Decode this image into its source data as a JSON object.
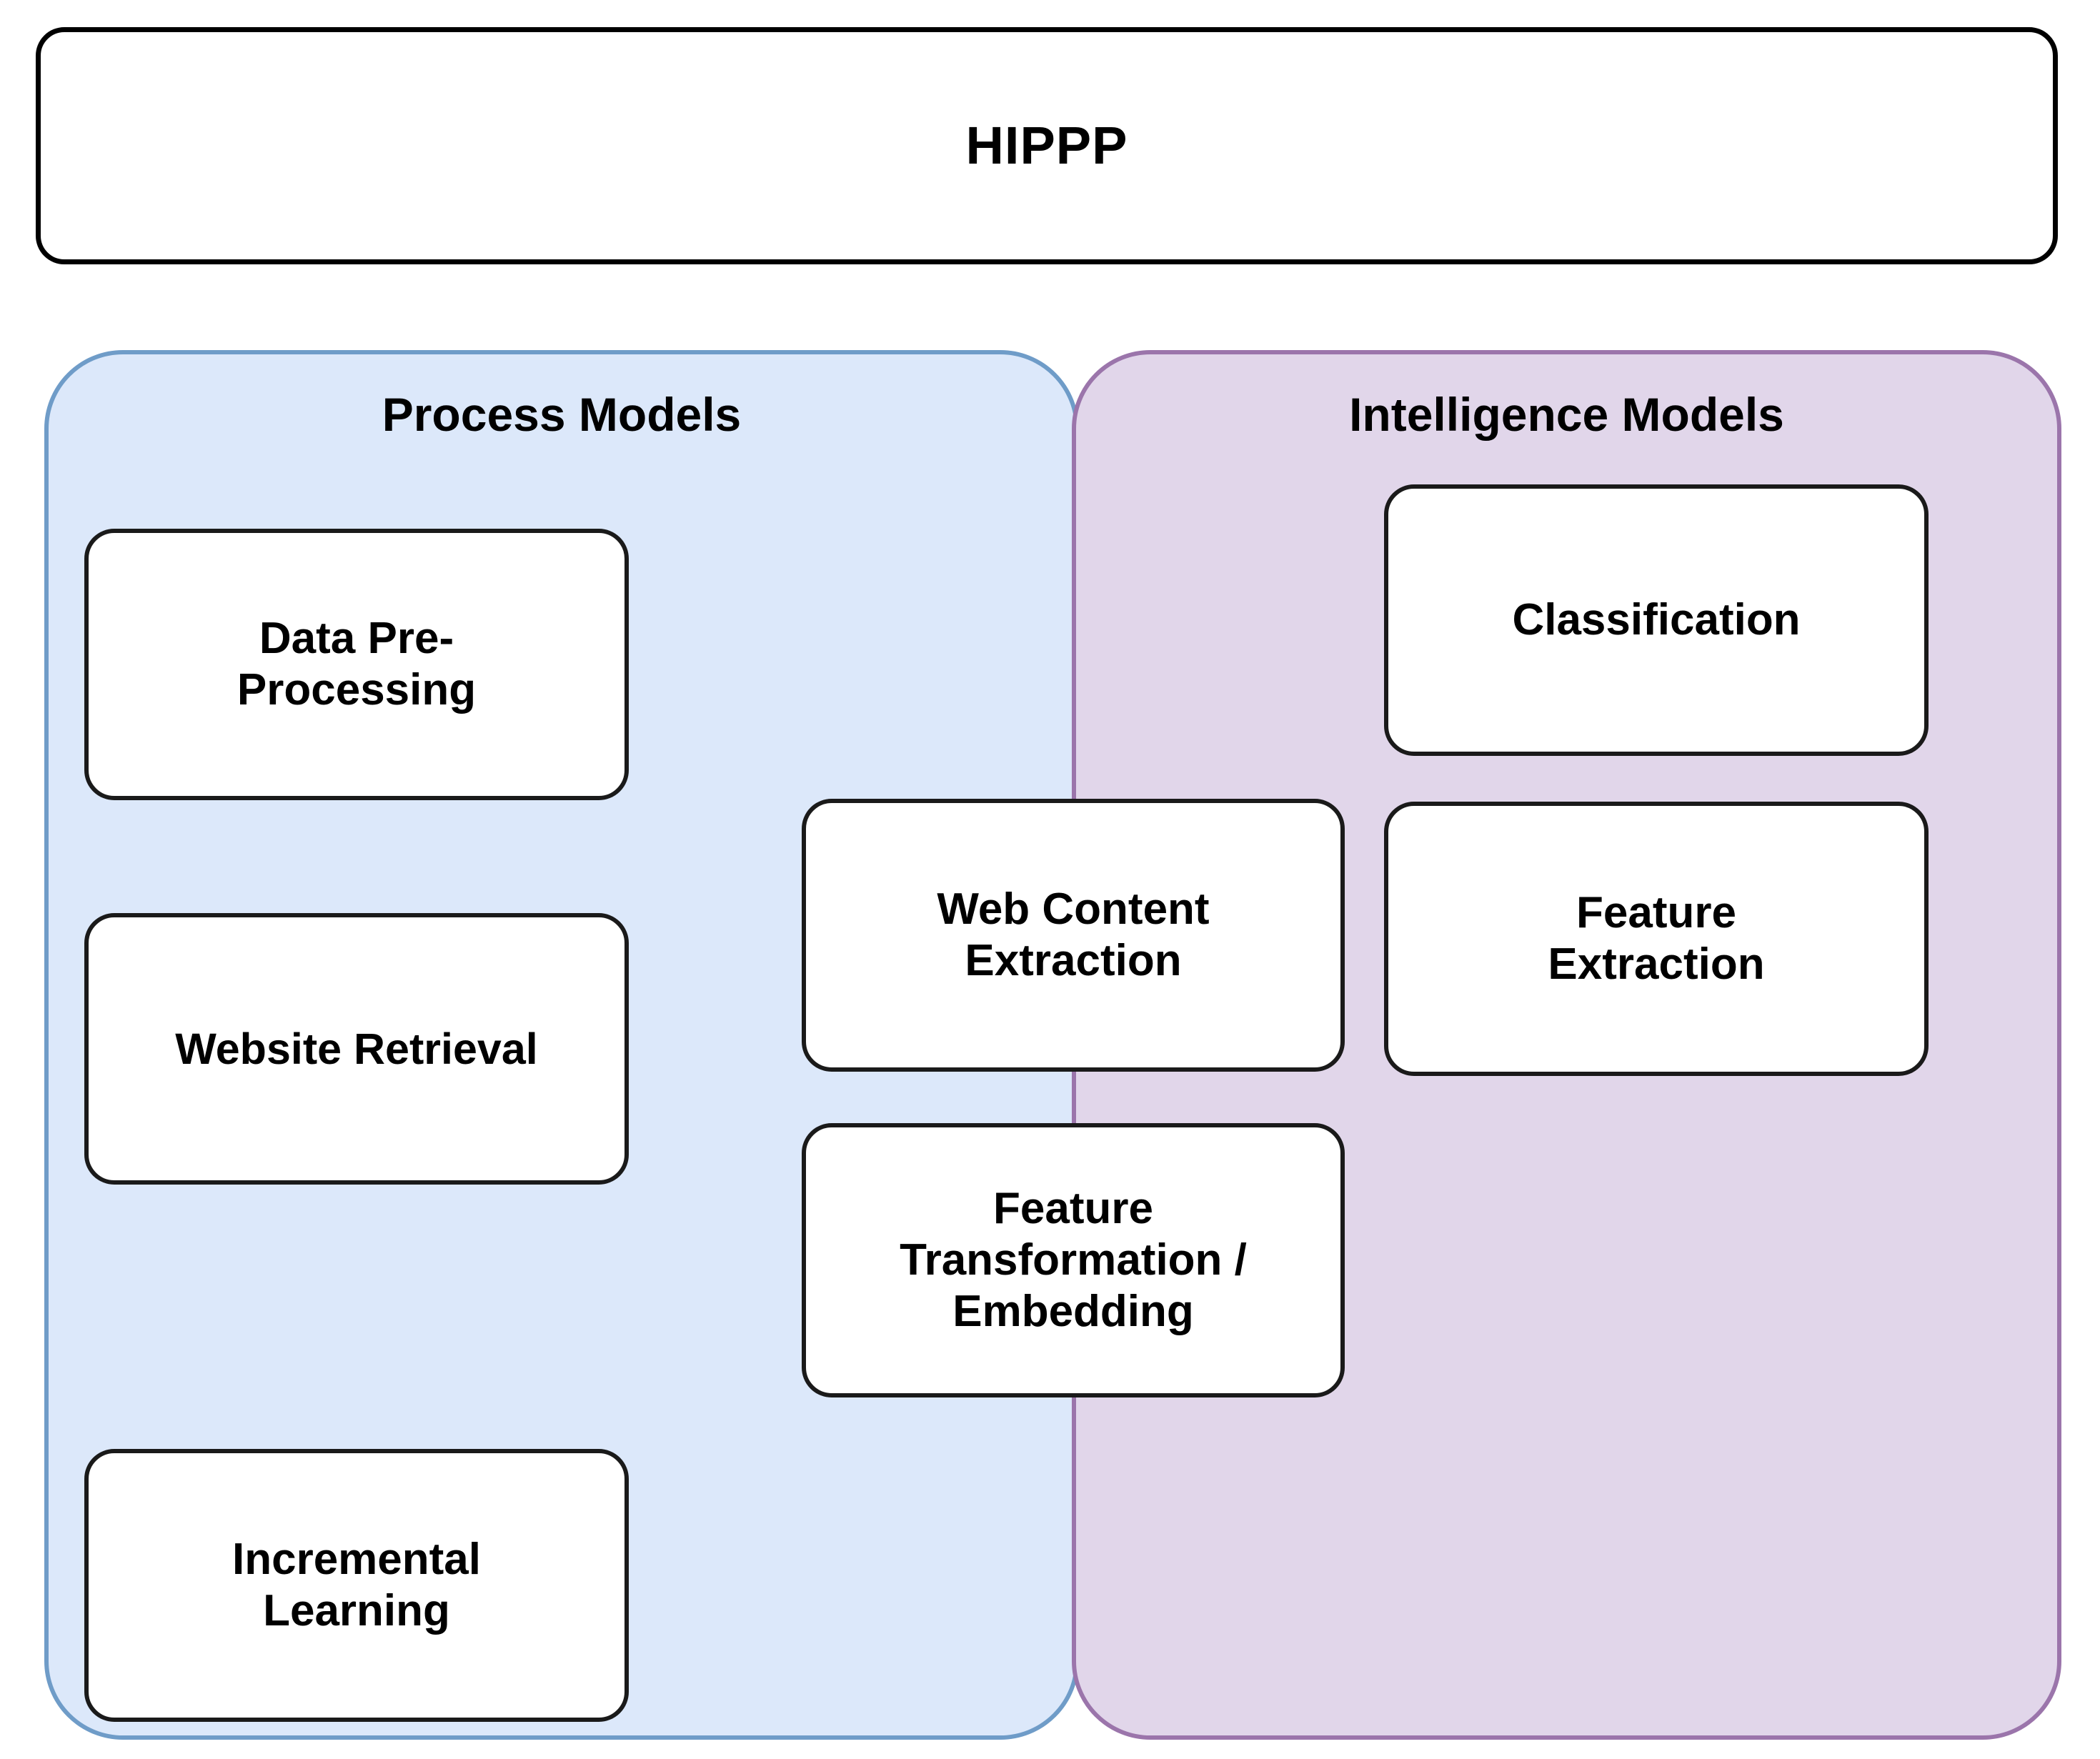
{
  "diagram": {
    "title": "HIPPP",
    "colors": {
      "process_panel_fill": "#dce8fa",
      "process_panel_border": "#6f9cc8",
      "intelligence_panel_fill": "#e1d6ea",
      "intelligence_panel_border": "#9b75ab",
      "node_fill": "#ffffff",
      "node_border": "#1a1a1a",
      "text": "#000000",
      "background": "#ffffff"
    },
    "groups": [
      {
        "id": "process-models",
        "label": "Process Models",
        "nodes": [
          {
            "id": "data-pre-processing",
            "label": "Data Pre-\nProcessing"
          },
          {
            "id": "website-retrieval",
            "label": "Website Retrieval"
          },
          {
            "id": "incremental-learning",
            "label": "Incremental\nLearning"
          }
        ]
      },
      {
        "id": "intelligence-models",
        "label": "Intelligence Models",
        "nodes": [
          {
            "id": "classification",
            "label": "Classification"
          },
          {
            "id": "feature-extraction",
            "label": "Feature\nExtraction"
          }
        ]
      }
    ],
    "shared_nodes": [
      {
        "id": "web-content-extraction",
        "label": "Web Content\nExtraction"
      },
      {
        "id": "feature-transformation",
        "label": "Feature\nTransformation /\nEmbedding"
      }
    ]
  }
}
